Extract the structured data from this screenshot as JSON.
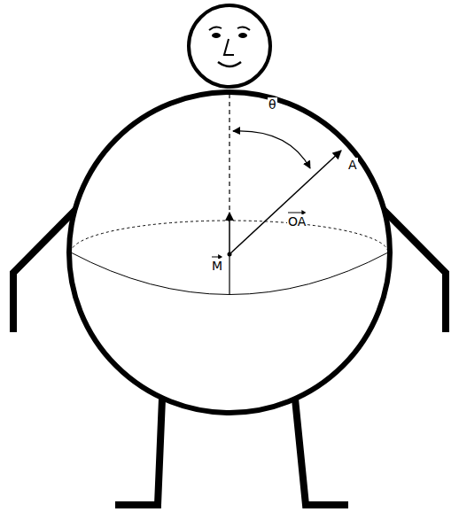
{
  "diagram": {
    "labels": [
      "θ",
      "A",
      "OA",
      "M"
    ]
  }
}
